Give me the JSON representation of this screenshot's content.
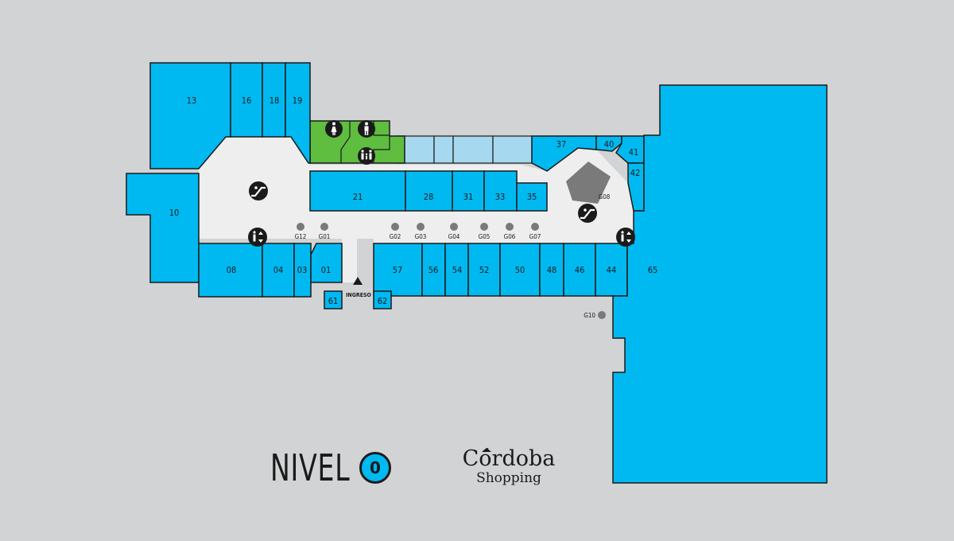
{
  "map": {
    "level_word": "NIVEL",
    "level_number": "0",
    "brand_name": "Córdoba",
    "brand_sub": "Shopping",
    "entrance_label": "INGRESO",
    "colors": {
      "background": "#d1d3d4",
      "shop": "#00b9f1",
      "restroom": "#5fbd3f",
      "corridor": "#eeeeee",
      "light": "#a6d8ef",
      "landmark": "#7a7a7a",
      "outline": "#1a1a1a"
    },
    "stores": [
      "13",
      "16",
      "18",
      "19",
      "10",
      "21",
      "28",
      "31",
      "33",
      "35",
      "37",
      "40",
      "41",
      "42",
      "08",
      "04",
      "03",
      "01",
      "57",
      "56",
      "54",
      "52",
      "50",
      "48",
      "46",
      "44",
      "61",
      "62",
      "65"
    ],
    "kiosks": [
      "G12",
      "G01",
      "G02",
      "G03",
      "G04",
      "G05",
      "G06",
      "G07",
      "G08",
      "G10"
    ],
    "icons": [
      "women-restroom-icon",
      "men-restroom-icon",
      "family-restroom-icon",
      "escalator-icon",
      "elevator-icon"
    ]
  }
}
